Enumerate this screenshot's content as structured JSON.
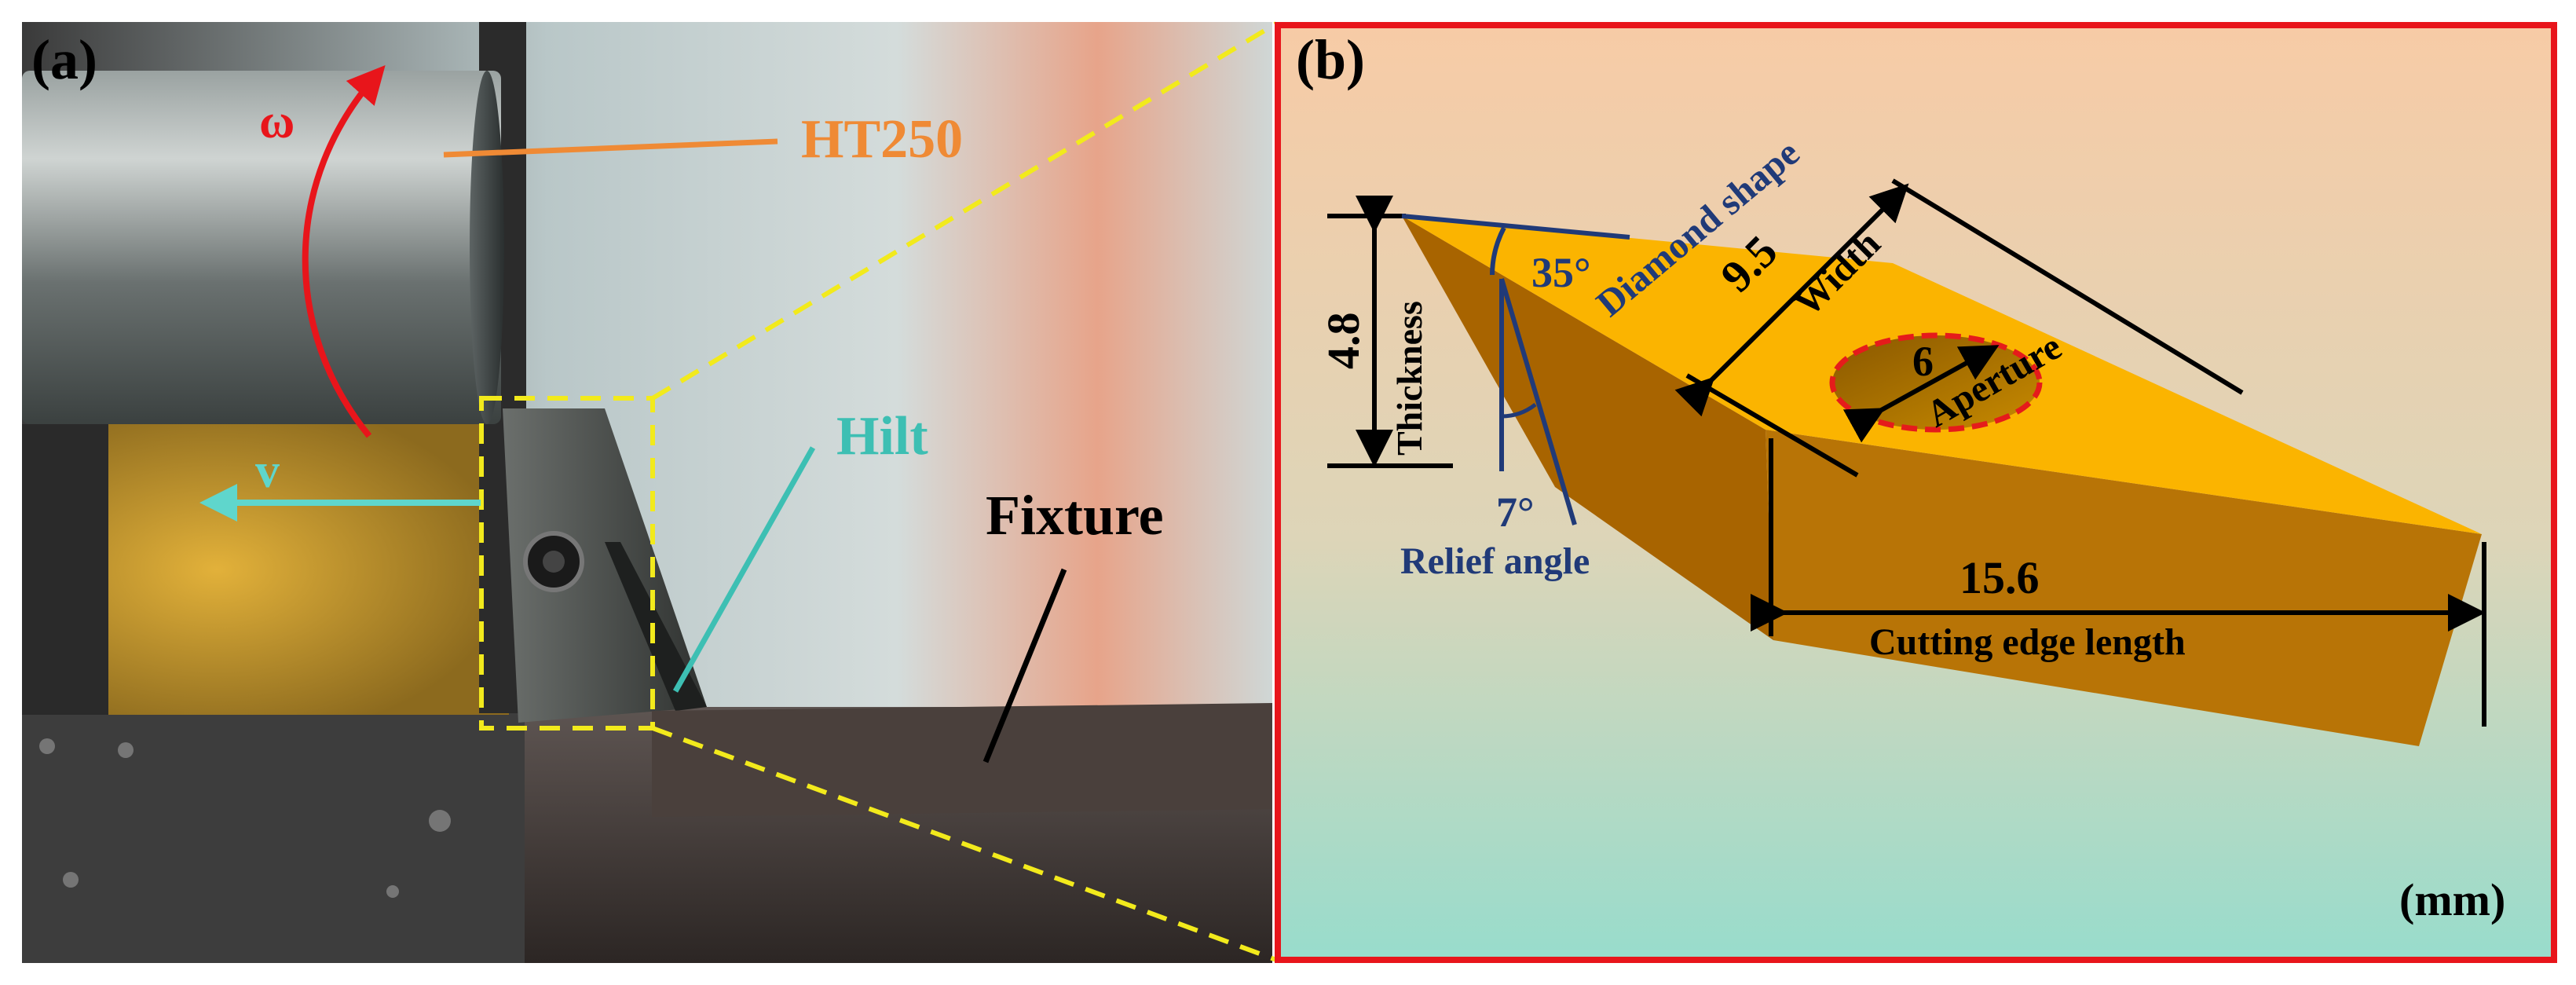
{
  "panel_a": {
    "label": "(a)",
    "omega_label": "ω",
    "velocity_label": "v",
    "workpiece_label": "HT250",
    "hilt_label": "Hilt",
    "fixture_label": "Fixture"
  },
  "panel_b": {
    "label": "(b)",
    "thickness_value": "4.8",
    "thickness_label": "Thickness",
    "diamond_angle": "35°",
    "diamond_label": "Diamond shape",
    "width_value": "9.5",
    "width_label": "Width",
    "aperture_value": "6",
    "aperture_label": "Aperture",
    "relief_angle_value": "7°",
    "relief_angle_label": "Relief angle",
    "edge_length_value": "15.6",
    "edge_length_label": "Cutting edge length",
    "unit": "(mm)"
  },
  "colors": {
    "panel_b_border": "#e8151b",
    "callout_dashes": "#f2ea1c",
    "workpiece_label": "#ef8a35",
    "hilt_label": "#3dbfb3",
    "angle_annotations": "#203a78",
    "insert_top": "#fbb400",
    "insert_side": "#b36e00",
    "aperture_outline": "#e51b1b"
  }
}
